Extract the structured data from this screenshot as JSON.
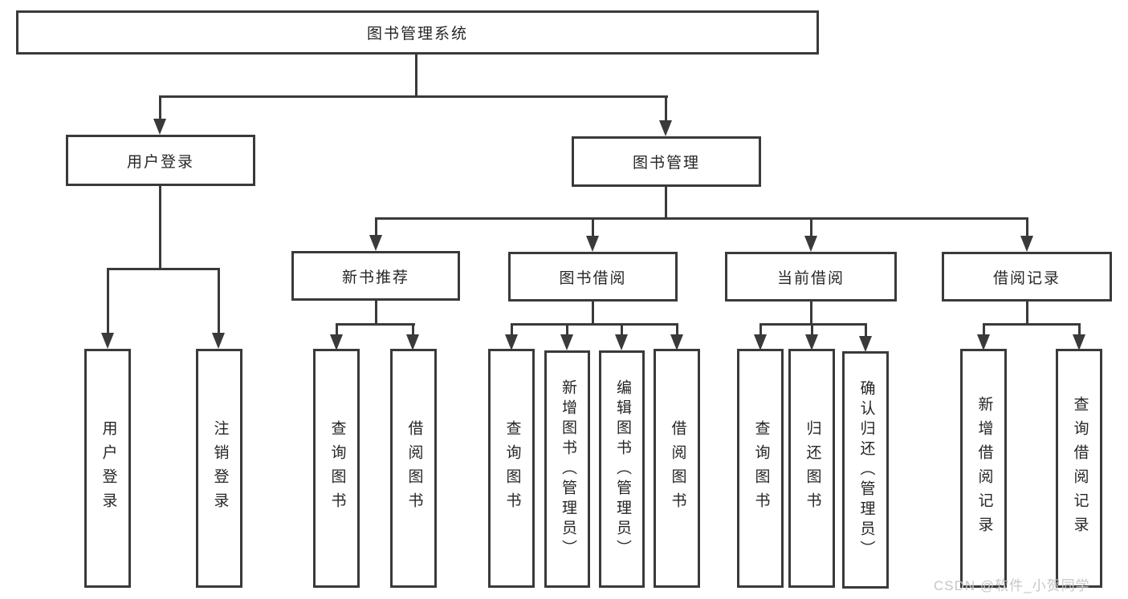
{
  "diagram": {
    "root": {
      "label": "图书管理系统"
    },
    "level2": {
      "user_login": {
        "label": "用户登录"
      },
      "book_management": {
        "label": "图书管理"
      }
    },
    "level3": {
      "new_books": {
        "label": "新书推荐"
      },
      "book_borrow": {
        "label": "图书借阅"
      },
      "current_borrow": {
        "label": "当前借阅"
      },
      "borrow_records": {
        "label": "借阅记录"
      }
    },
    "leaves": {
      "user_login": [
        "用户登录",
        "注销登录"
      ],
      "new_books": [
        "查询图书",
        "借阅图书"
      ],
      "book_borrow": [
        "查询图书",
        "新增图书（管理员）",
        "编辑图书（管理员）",
        "借阅图书"
      ],
      "current_borrow": [
        "查询图书",
        "归还图书",
        "确认归还（管理员）"
      ],
      "borrow_records": [
        "新增借阅记录",
        "查询借阅记录"
      ]
    }
  },
  "watermark": "CSDN @软件_小贺同学",
  "colors": {
    "line": "#3a3a3a",
    "text": "#262626",
    "watermark": "#c6c6c6",
    "background": "#ffffff"
  }
}
